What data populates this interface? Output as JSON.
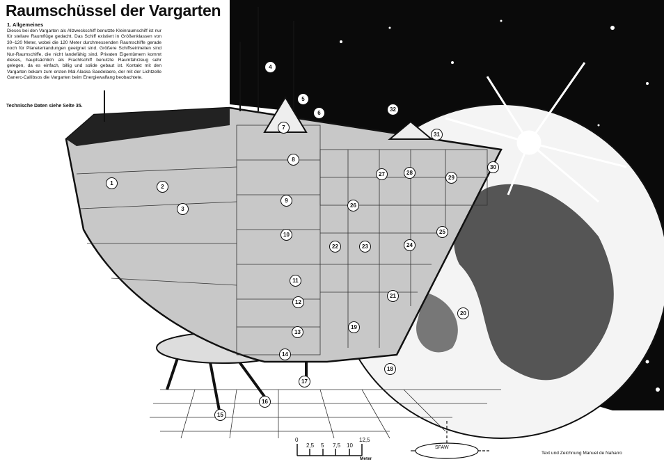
{
  "title": "Raumschüssel der Vargarten",
  "section_heading": "1. Allgemeines",
  "body_text": "Dieses bei den Vargarten als Allzweckschiff benutzte Kleinraumschiff ist nur für stellare Raumflüge gedacht. Das Schiff existiert in Größenklassen von 30–120 Meter, wobei die 120 Meter durchmessenden Raumschiffe gerade noch für Planetenlandungen geeignet sind. Größere Schiffseinheiten sind Nur-Raumschiffe, die nicht landefähig sind. Privaten Eigentümern kommt dieses, hauptsächlich als Frachtschiff benutzte Raumfahrzeug sehr gelegen, da es einfach, billig und solide gebaut ist. Kontakt mit den Vargarten bekam zum ersten Mal Alaska Saedelaere, der mit der Lichtzelle Ganerc-Callibsos die Vargarten beim Energiewalfang beobachtete.",
  "tech_ref": "Technische Daten siehe Seite 35.",
  "callouts": [
    "1",
    "2",
    "3",
    "4",
    "5",
    "6",
    "7",
    "8",
    "9",
    "10",
    "11",
    "12",
    "13",
    "14",
    "15",
    "16",
    "17",
    "18",
    "19",
    "20",
    "21",
    "22",
    "23",
    "24",
    "25",
    "26",
    "27",
    "28",
    "29",
    "30",
    "31",
    "32"
  ],
  "scale": {
    "ticks": [
      "0",
      "2,5",
      "5",
      "7,5",
      "10",
      "12,5"
    ],
    "unit": "Meter"
  },
  "logo": "SFAW",
  "credit": "Text und Zeichnung Manuel de Naharro"
}
